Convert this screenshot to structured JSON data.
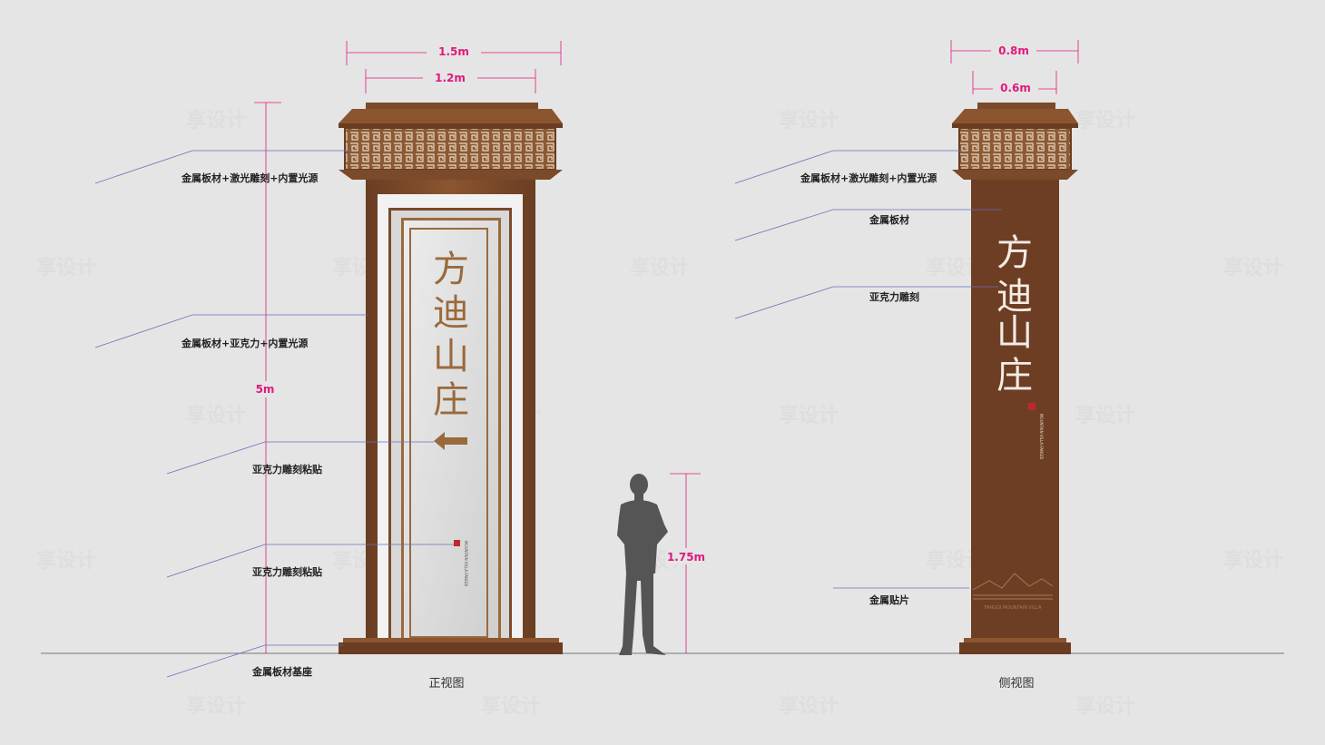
{
  "dimensions": {
    "front_outer_width": "1.5m",
    "front_inner_width": "1.2m",
    "total_height": "5m",
    "side_outer_width": "0.8m",
    "side_inner_width": "0.6m",
    "person_height": "1.75m"
  },
  "front_labels": [
    "金属板材+激光雕刻+内置光源",
    "金属板材+亚克力+内置光源",
    "亚克力雕刻粘贴",
    "亚克力雕刻粘贴",
    "金属板材基座"
  ],
  "side_labels": [
    "金属板材+激光雕刻+内置光源",
    "金属板材",
    "亚克力雕刻",
    "金属贴片"
  ],
  "sign": {
    "chars": [
      "方",
      "迪",
      "山",
      "庄"
    ],
    "arrow": "←",
    "brand_en": "MOUNTAIN VILLA FANGDI",
    "side_bottom_en": "FANGDI MOUNTAIN VILLA"
  },
  "captions": {
    "front": "正视图",
    "side": "侧视图"
  },
  "watermark": "享设计",
  "colors": {
    "bronze": "#7a4a2a",
    "bronze_light": "#a0683c",
    "dimension": "#e0197d",
    "leader": "#6670b8",
    "panel": "#dcdcdc"
  }
}
